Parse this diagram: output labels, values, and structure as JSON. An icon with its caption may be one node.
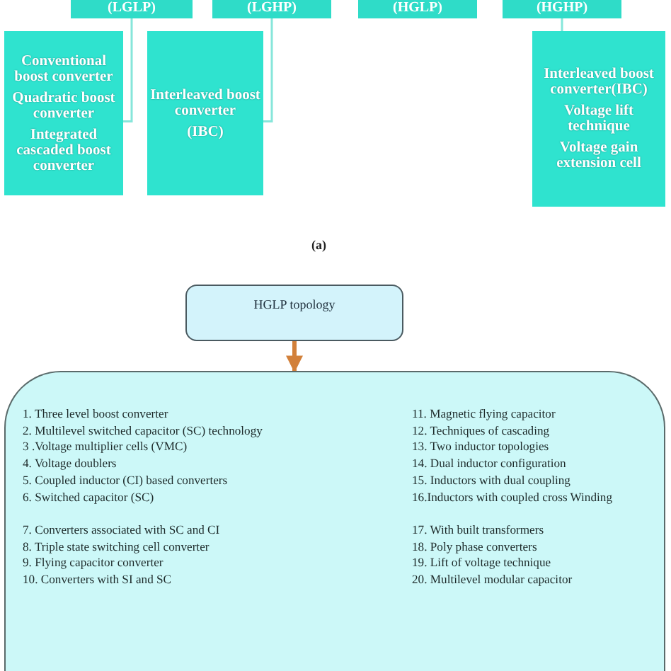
{
  "diagram": {
    "nodes": [
      {
        "text": [
          "(LGLP)"
        ]
      },
      {
        "text": [
          "(LGHP)"
        ]
      },
      {
        "text": [
          "(HGLP)"
        ]
      },
      {
        "text": [
          "(HGHP)"
        ]
      },
      {
        "text": [
          "Conventional boost converter",
          "Quadratic boost converter",
          "Integrated cascaded boost converter"
        ]
      },
      {
        "text": [
          "Interleaved boost converter",
          "(IBC)"
        ]
      },
      {
        "text": [
          "Interleaved boost converter(IBC)",
          "Voltage lift technique",
          "Voltage gain extension cell"
        ]
      },
      {
        "text": [
          "HGLP topology"
        ]
      },
      {
        "text": [
          "1. Three level boost converter",
          "2. Multilevel switched capacitor (SC) technology",
          "3 .Voltage multiplier cells (VMC)",
          "4. Voltage doublers",
          "5. Coupled inductor (CI) based converters",
          "6. Switched capacitor (SC)",
          "7. Converters associated with SC and CI",
          "8. Triple state switching cell converter",
          "9. Flying capacitor converter",
          "10. Converters with SI and SC",
          "11. Magnetic flying capacitor",
          "12. Techniques of cascading",
          "13. Two inductor topologies",
          "14. Dual inductor configuration",
          "15. Inductors with dual coupling",
          "16.Inductors with coupled cross Winding",
          "17. With built transformers",
          "18. Poly phase converters",
          "19. Lift of voltage technique",
          "20. Multilevel modular capacitor"
        ]
      }
    ],
    "edges": [
      {
        "from": 0,
        "to": 4,
        "arrow": "none"
      },
      {
        "from": 1,
        "to": 5,
        "arrow": "none"
      },
      {
        "from": 3,
        "to": 6,
        "arrow": "none"
      },
      {
        "from": 7,
        "to": 8,
        "arrow": "to",
        "style": "thick",
        "color": "#d2803a"
      }
    ],
    "labels": [
      "(a)"
    ]
  }
}
